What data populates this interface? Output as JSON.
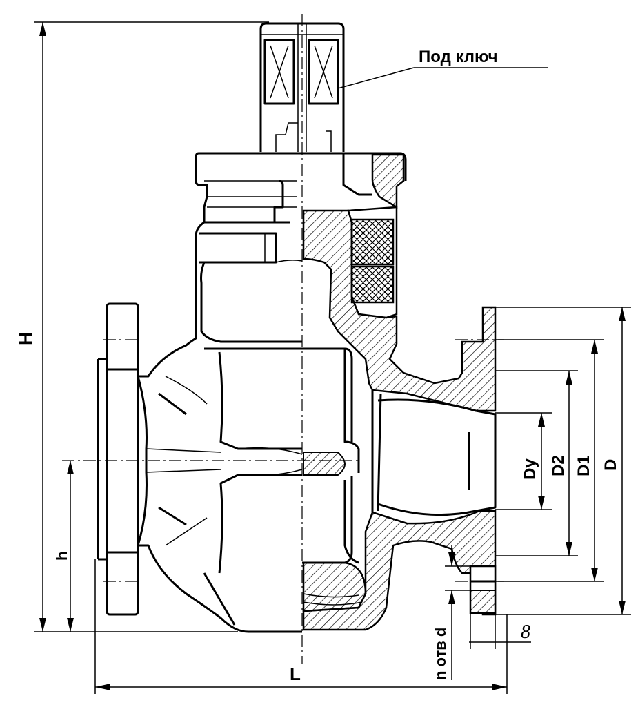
{
  "labels": {
    "wrench": "Под ключ",
    "H": "H",
    "h": "h",
    "L": "L",
    "Dy": "Dy",
    "D2": "D2",
    "D1": "D1",
    "D": "D",
    "holes": "n отв d",
    "thickness": "8"
  }
}
